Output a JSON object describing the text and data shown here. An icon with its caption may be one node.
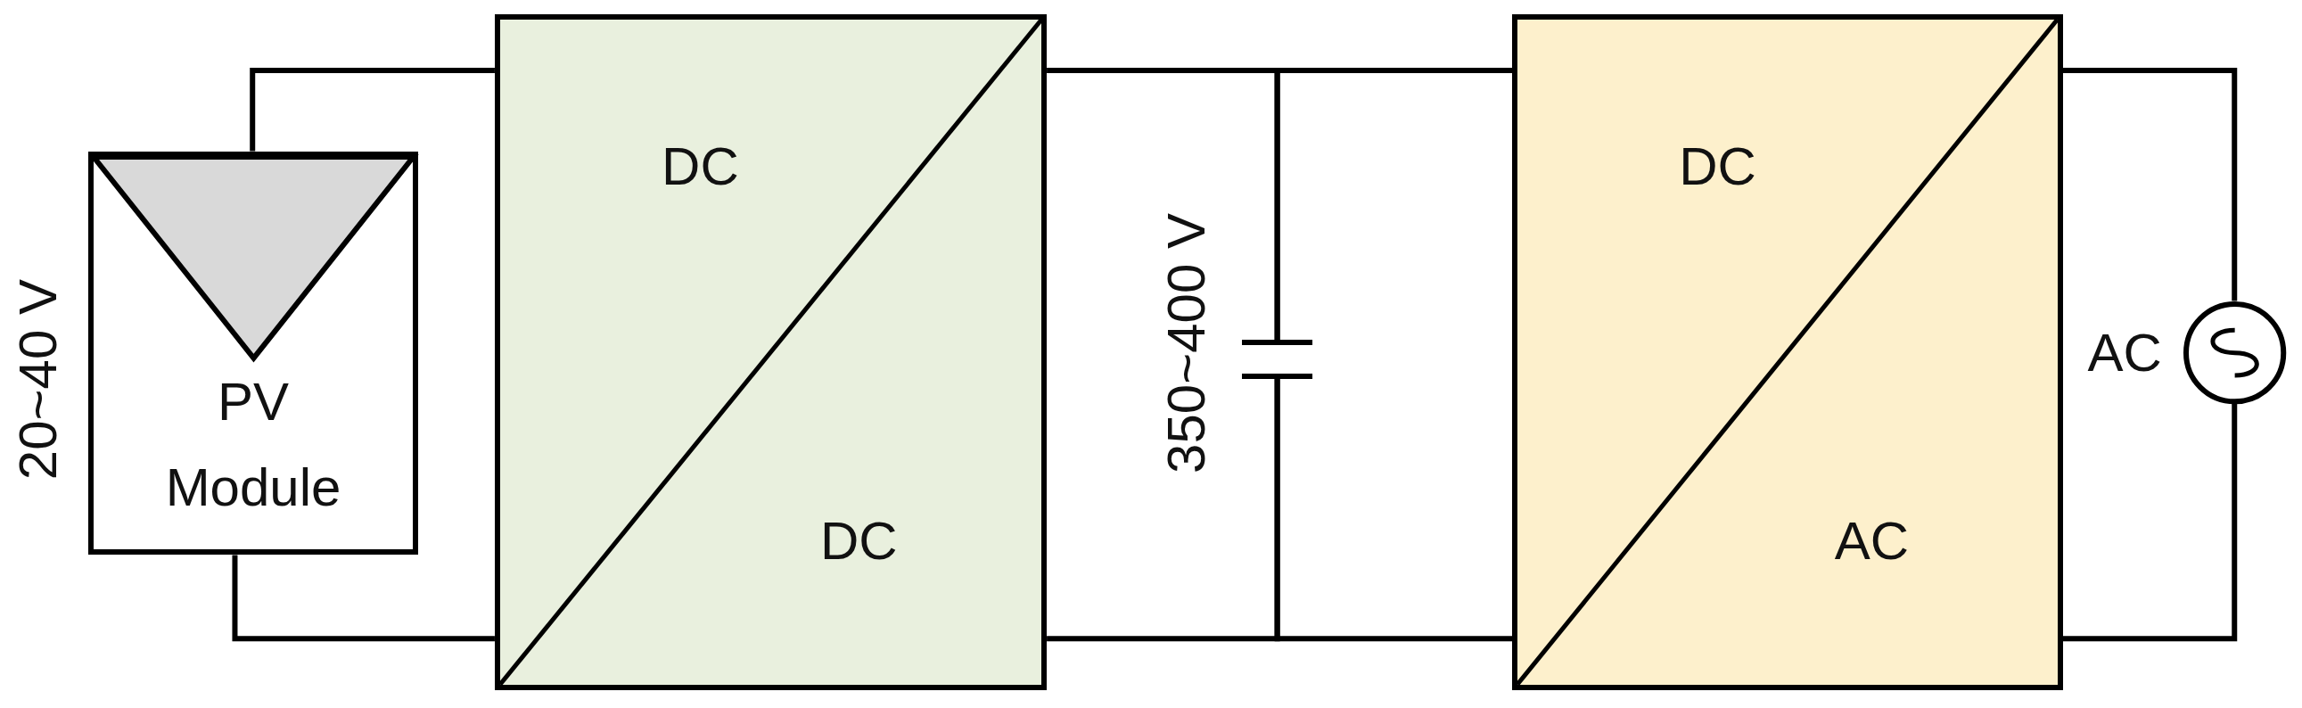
{
  "diagram": {
    "nodes": [
      {
        "text": [
          "PV Module"
        ],
        "beside": [
          "20~40 V"
        ]
      },
      {
        "text": [
          "DC",
          "DC"
        ]
      },
      {
        "text": [],
        "shape": "capacitor",
        "beside": [
          "350~400 V"
        ]
      },
      {
        "text": [
          "DC",
          "AC"
        ]
      },
      {
        "text": [],
        "shape": "circle",
        "beside": [
          "AC"
        ]
      }
    ],
    "edges": [
      {
        "from": 0,
        "to": 1,
        "arrow": "none"
      },
      {
        "from": 0,
        "to": 1,
        "arrow": "none"
      },
      {
        "from": 1,
        "to": 2,
        "arrow": "none"
      },
      {
        "from": 1,
        "to": 2,
        "arrow": "none"
      },
      {
        "from": 2,
        "to": 3,
        "arrow": "none"
      },
      {
        "from": 2,
        "to": 3,
        "arrow": "none"
      },
      {
        "from": 3,
        "to": 4,
        "arrow": "none"
      },
      {
        "from": 3,
        "to": 4,
        "arrow": "none"
      }
    ]
  }
}
